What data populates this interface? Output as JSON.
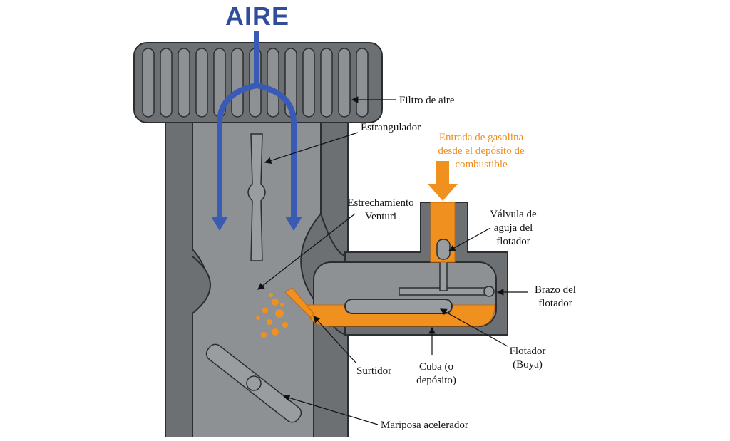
{
  "title": "AIRE",
  "colors": {
    "body_gray": "#6d7073",
    "body_light": "#909396",
    "outline": "#2b2d30",
    "air_blue": "#3a5bb5",
    "fuel_orange": "#f0901e",
    "title_blue": "#2f4d9a"
  },
  "labels": {
    "filtro": "Filtro de aire",
    "estrangulador": "Estrangulador",
    "estrechamiento_1": "Estrechamiento",
    "estrechamiento_2": "Venturi",
    "entrada_1": "Entrada de gasolina",
    "entrada_2": "desde el depósito de",
    "entrada_3": "combustible",
    "valvula_1": "Válvula de",
    "valvula_2": "aguja del",
    "valvula_3": "flotador",
    "brazo_1": "Brazo del",
    "brazo_2": "flotador",
    "flotador_1": "Flotador",
    "flotador_2": "(Boya)",
    "cuba_1": "Cuba (o",
    "cuba_2": "depósito)",
    "surtidor": "Surtidor",
    "mariposa": "Mariposa acelerador"
  }
}
